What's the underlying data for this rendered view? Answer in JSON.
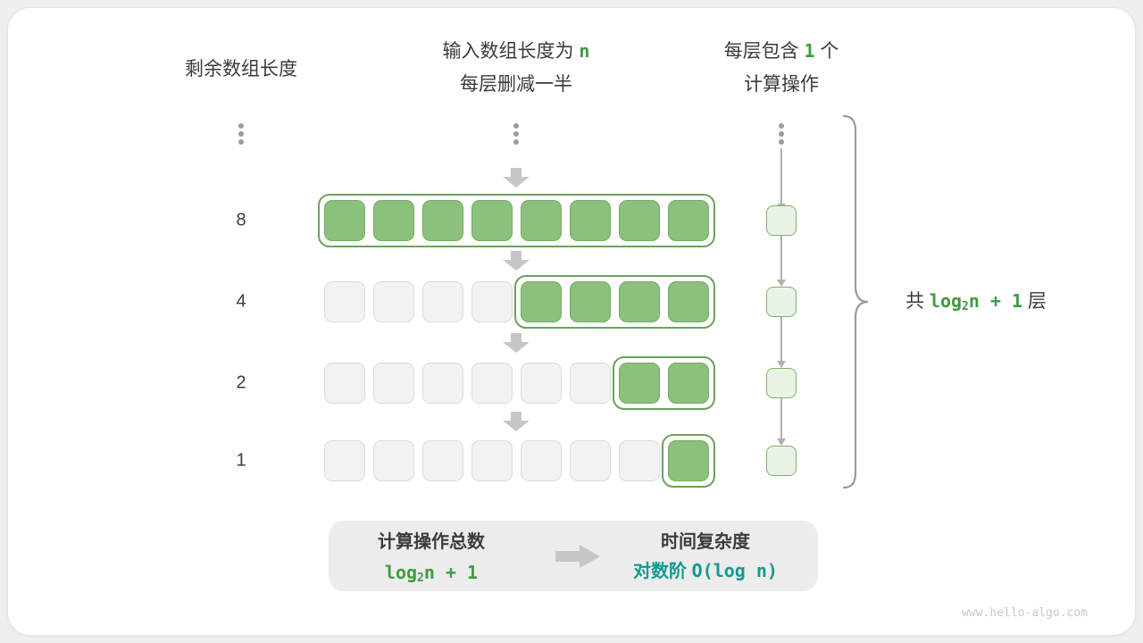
{
  "header": {
    "left": "剩余数组长度",
    "middle": {
      "line1_prefix": "输入数组长度为 ",
      "line1_code": "n",
      "line2": "每层删减一半"
    },
    "right": {
      "line1_prefix": "每层包含 ",
      "line1_code": "1",
      "line1_suffix": " 个",
      "line2": "计算操作"
    }
  },
  "rows": [
    {
      "label": "8",
      "active": 8,
      "total": 8
    },
    {
      "label": "4",
      "active": 4,
      "total": 8
    },
    {
      "label": "2",
      "active": 2,
      "total": 8
    },
    {
      "label": "1",
      "active": 1,
      "total": 8
    }
  ],
  "log_expr": {
    "pre": "log",
    "sub": "2",
    "post": "n + 1"
  },
  "brace": {
    "prefix": "共 ",
    "suffix": " 层"
  },
  "summary": {
    "left_title": "计算操作总数",
    "right_title": "时间复杂度",
    "right_value_prefix": "对数阶 ",
    "right_value_code": "O(log n)"
  },
  "watermark": "www.hello-algo.com",
  "colors": {
    "green_fill": "#8bc17d",
    "green_border": "#74ab62",
    "green_outline": "#6ba25b",
    "green_text": "#3f9b43",
    "teal_text": "#12998f",
    "gray_fill": "#f2f2f2",
    "gray_border": "#dcdcdc",
    "arrow_gray": "#c6c6c6",
    "op_fill": "#eaf4e5",
    "op_border": "#7db06c",
    "connector_gray": "#b0b0b0"
  }
}
